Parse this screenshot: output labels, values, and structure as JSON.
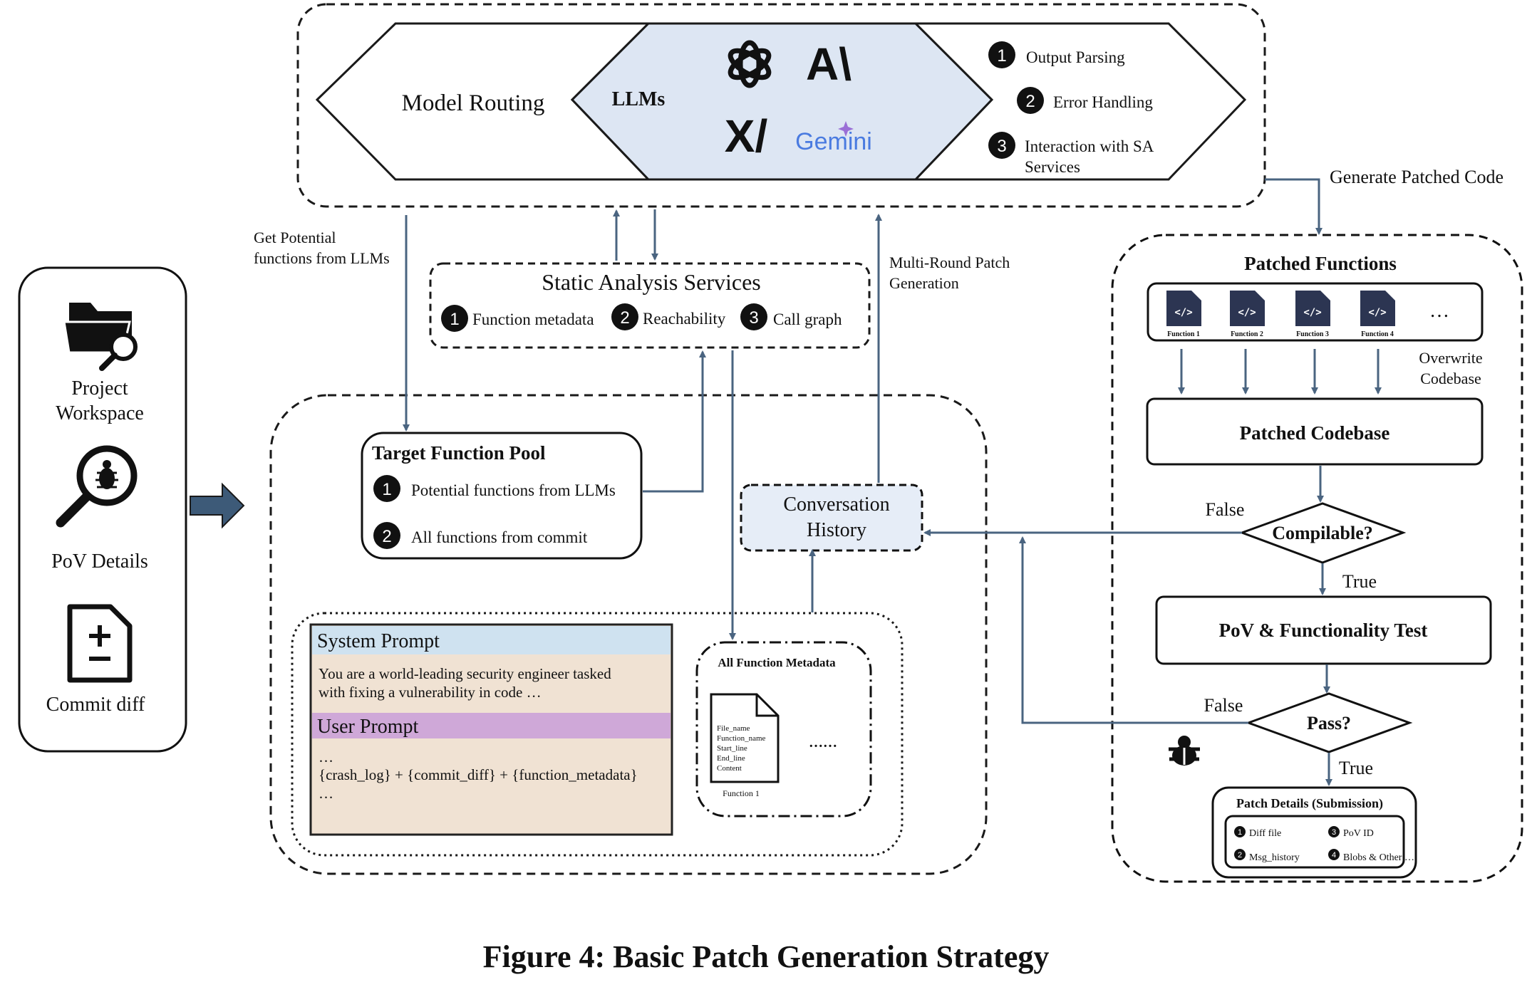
{
  "figure": {
    "caption": "Figure 4: Basic Patch Generation Strategy"
  },
  "top": {
    "model_routing": "Model Routing",
    "llms_label": "LLMs",
    "logos": [
      "openai-logo",
      "anthropic-logo",
      "xai-logo",
      "gemini-logo"
    ],
    "logo_text": {
      "anthropic": "A\\",
      "xai": "X/",
      "gemini": "Gemini"
    },
    "steps": [
      {
        "num": "1",
        "text": "Output Parsing"
      },
      {
        "num": "2",
        "text": "Error Handling"
      },
      {
        "num": "3",
        "line1": "Interaction with SA",
        "line2": "Services"
      }
    ]
  },
  "inputs": {
    "project_line1": "Project",
    "project_line2": "Workspace",
    "pov": "PoV Details",
    "commit": "Commit diff"
  },
  "labels": {
    "get_potential_line1": "Get Potential",
    "get_potential_line2": "functions from LLMs",
    "multi_round_line1": "Multi-Round Patch",
    "multi_round_line2": "Generation",
    "generate_patched_code": "Generate Patched Code",
    "overwrite_line1": "Overwrite",
    "overwrite_line2": "Codebase"
  },
  "static_analysis": {
    "title": "Static Analysis Services",
    "items": [
      {
        "num": "1",
        "text": "Function metadata"
      },
      {
        "num": "2",
        "text": "Reachability"
      },
      {
        "num": "3",
        "text": "Call graph"
      }
    ]
  },
  "target_pool": {
    "title": "Target Function Pool",
    "items": [
      {
        "num": "1",
        "text": "Potential functions from LLMs"
      },
      {
        "num": "2",
        "text": "All functions from commit"
      }
    ]
  },
  "conversation": {
    "line1": "Conversation",
    "line2": "History"
  },
  "prompt": {
    "system_title": "System Prompt",
    "system_line1": "You are a world-leading security engineer tasked",
    "system_line2": "with fixing a vulnerability in code …",
    "user_title": "User Prompt",
    "user_line1": "…",
    "user_line2": "{crash_log} + {commit_diff} + {function_metadata}",
    "user_line3": "…"
  },
  "metadata": {
    "title": "All Function Metadata",
    "fields": [
      "File_name",
      "Function_name",
      "Start_line",
      "End_line",
      "Content"
    ],
    "file_caption": "Function 1",
    "ellipsis": "……"
  },
  "patched": {
    "title": "Patched Functions",
    "functions": [
      "Function 1",
      "Function 2",
      "Function 3",
      "Function 4"
    ],
    "ellipsis": "…",
    "codebase": "Patched Codebase",
    "compilable": "Compilable?",
    "test": "PoV & Functionality Test",
    "pass": "Pass?",
    "false_label": "False",
    "true_label": "True"
  },
  "submission": {
    "title": "Patch Details (Submission)",
    "items": [
      {
        "num": "1",
        "text": "Diff file"
      },
      {
        "num": "3",
        "text": "PoV ID"
      },
      {
        "num": "2",
        "text": "Msg_history"
      },
      {
        "num": "4",
        "text": "Blobs & Other …"
      }
    ]
  },
  "colors": {
    "line": "#1a1a1a",
    "arrow": "#4a6480",
    "arrow_fill": "#3d5a78",
    "llm_fill": "#dde6f3",
    "conversation_fill": "#e6edf7",
    "system_header": "#cfe2f0",
    "user_header": "#cfa8d8",
    "prompt_body": "#f0e2d3",
    "file_icon": "#2c3552",
    "gemini": "#4a7be0"
  }
}
